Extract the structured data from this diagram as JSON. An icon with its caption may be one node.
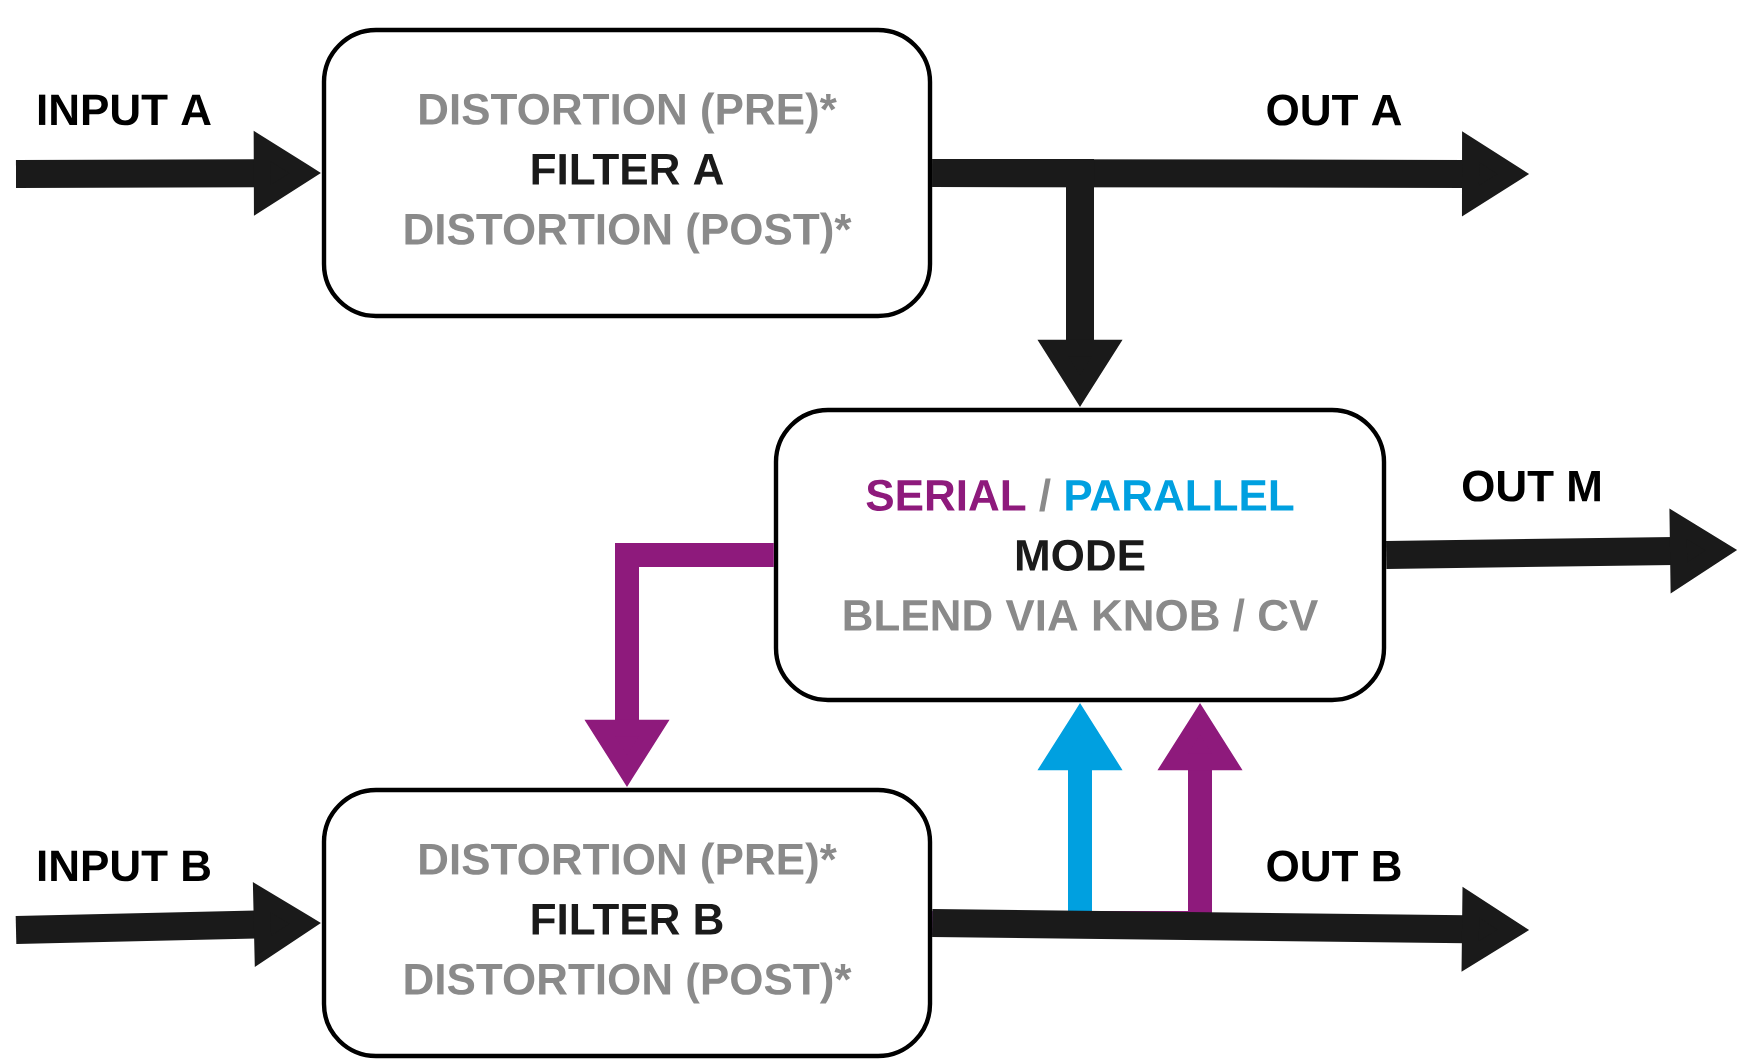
{
  "diagram": {
    "nodes": [
      {
        "text": [
          "DISTORTION (PRE)*",
          "FILTER A",
          "DISTORTION (POST)*"
        ]
      },
      {
        "text": [
          "SERIAL",
          "/",
          "PARALLEL",
          "MODE",
          "BLEND VIA KNOB / CV"
        ]
      },
      {
        "text": [
          "DISTORTION (PRE)*",
          "FILTER B",
          "DISTORTION (POST)*"
        ]
      }
    ],
    "edges": [
      {
        "from": null,
        "to": 0,
        "arrow": "to",
        "label": "INPUT A"
      },
      {
        "from": 0,
        "to": null,
        "arrow": "to",
        "label": "OUT A"
      },
      {
        "from": 0,
        "to": 1,
        "arrow": "to"
      },
      {
        "from": 1,
        "to": null,
        "arrow": "to",
        "label": "OUT M"
      },
      {
        "from": 1,
        "to": 2,
        "arrow": "to",
        "color": "#8e1a7c"
      },
      {
        "from": null,
        "to": 2,
        "arrow": "to",
        "label": "INPUT B"
      },
      {
        "from": 2,
        "to": 1,
        "arrow": "to",
        "color": "#00a0e0"
      },
      {
        "from": 2,
        "to": 1,
        "arrow": "to",
        "color": "#8e1a7c"
      },
      {
        "from": 2,
        "to": null,
        "arrow": "to",
        "label": "OUT B"
      }
    ]
  }
}
